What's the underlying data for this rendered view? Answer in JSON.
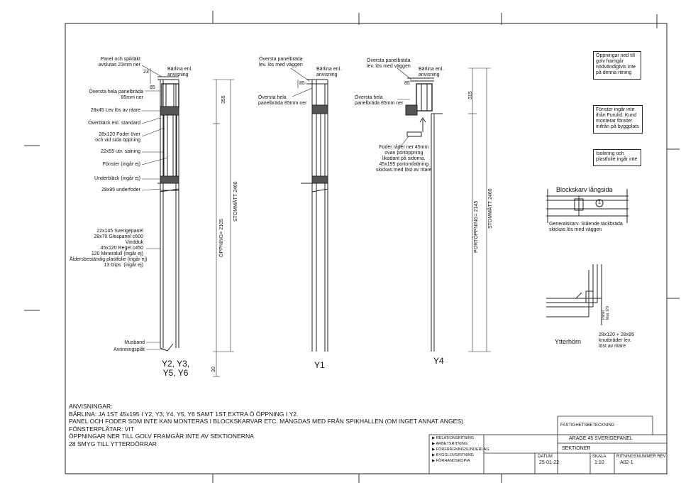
{
  "left_section": {
    "caption": "Y2, Y3,\nY5, Y6",
    "labels": [
      "Panel och spikläkt\navslutas 23mm ner",
      "Översta hela panelbräda\n85mm ner",
      "28x45 Lev lös av ritare",
      "Överbläck enl. standard",
      "28x120 Foder över\noch vid sida öppning",
      "22x55 utv. salning",
      "Fönster (ingår ej)",
      "Underbläck (ingår ej)",
      "28x95 underfoder",
      "22x145 Sverigepanel\n28x70 Glespanel c600\nVindduk\n45x120 Regel c450\n120 Mineralull (ingår ej)\nÅldersbeständig plastfolie (ingår ej)\n13 Gips  (ingår ej)",
      "Musband",
      "Avrinningsplåt"
    ],
    "balk_label": "Bärlina enl.\nanvisning",
    "dims": [
      "23",
      "85",
      "355",
      "30"
    ],
    "opening_dim": "ÖPPNING= 2105",
    "stom_dim": "STOMMÅTT 2460"
  },
  "middle_section": {
    "caption": "Y1",
    "labels": [
      "Översta panelbräda\nlev. lös med väggen",
      "Översta hela\npanelbräda 85mm ner"
    ],
    "balk_label": "Bärlina enl.\nanvisning",
    "dims": [
      "85"
    ]
  },
  "right_section": {
    "caption": "Y4",
    "labels": [
      "Översta panelbräda\nlev. lös med väggen",
      "Översta hela\npanelbräda 85mm ner",
      "Foder råder ner 45mm\novan portöppning\nlikadant på sidorna.\n45x195 portomfattning\nskickas med löst av ritare"
    ],
    "balk_label": "Bärlina enl.\nanvisning",
    "dims": [
      "85",
      "315"
    ],
    "opening_dim": "PORTÖPPNING= 2145",
    "stom_dim": "STOMMÅTT 2460"
  },
  "side_notes": [
    "Öppningar ned till\ngolv framgår\nnödvändigtvis inte\npå denna ritning",
    "Fönster ingår inte\nifrån Furulid. Kund\nmonterar fönster\ninifrån på byggplats",
    "Isolering och\nplastfolie ingår inte"
  ],
  "blockskarv": {
    "title": "Blockskarv långsida",
    "marker": "1",
    "note": "Generalskarv. Stående täckbräda\nskickas lös med väggen"
  },
  "ytterhorn": {
    "title": "Ytterhörn",
    "note": "28x120 + 28x95\nknutbräder lev.\nlöst av ritare",
    "panel_tag": "Panel\nMax 170"
  },
  "notes": {
    "heading": "ANVISNINGAR:",
    "lines": [
      "BÄRLINA: JA 1ST 45x195 I Y2, Y3, Y4, Y5, Y6 SAMT 1ST EXTRA Ö ÖPPNING I Y2.",
      "PANEL OCH FODER SOM INTE KAN MONTERAS I BLOCKSKARVAR ETC. MÄNGDAS MED FRÅN SPIKHALLEN (OM INGET ANNAT ANGES)",
      "FÖNSTERPLÅTAR: VIT",
      "ÖPPNINGAR NER TILL GOLV FRAMGÅR INTE AV SEKTIONERNA",
      "28 SMYG TILL YTTERDÖRRAR"
    ]
  },
  "title_block": {
    "legend": [
      "RELATIONSRITNING",
      "ARBETSRITNING",
      "FÖRFRÅGNINGSUNDERLAG",
      "BYGGLOVSRITNING",
      "FÖRHANDSKOPIA"
    ],
    "property_label": "FASTIGHETSBETECKNING",
    "project": "ARAGE 45 SVERIGEPANEL",
    "drawing_title": "SEKTIONER",
    "date_label": "DATUM",
    "date": "25-01-22",
    "scale_label": "SKALA",
    "scale": "1:10",
    "number_label": "RITNINGSNUMMER  REV",
    "number": "A02-1"
  }
}
